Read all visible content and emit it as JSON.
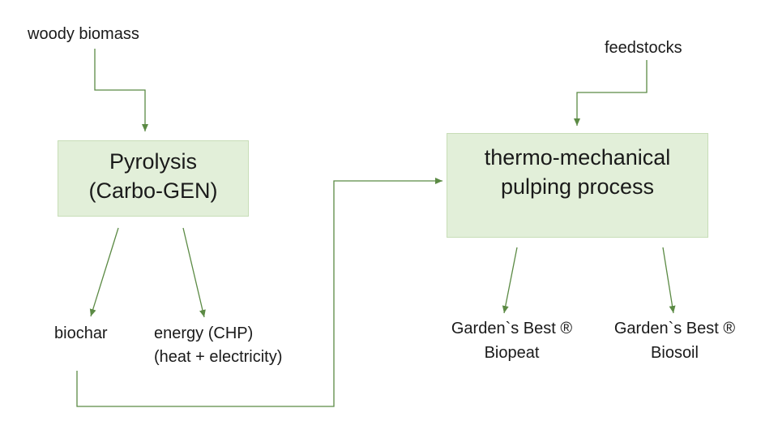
{
  "inputs": {
    "woody_biomass": "woody biomass",
    "feedstocks": "feedstocks"
  },
  "processes": {
    "pyrolysis": {
      "line1": "Pyrolysis",
      "line2": "(Carbo-GEN)"
    },
    "pulping": {
      "line1": "thermo-mechanical",
      "line2": "pulping process"
    }
  },
  "outputs": {
    "biochar": "biochar",
    "energy": {
      "line1": "energy (CHP)",
      "line2": "(heat + electricity)"
    },
    "biopeat": {
      "line1": "Garden`s Best ®",
      "line2": "Biopeat"
    },
    "biosoil": {
      "line1": "Garden`s Best ®",
      "line2": "Biosoil"
    }
  },
  "colors": {
    "box_fill": "#e2efd9",
    "box_border": "#c7ddb7",
    "arrow": "#5b8a44"
  }
}
